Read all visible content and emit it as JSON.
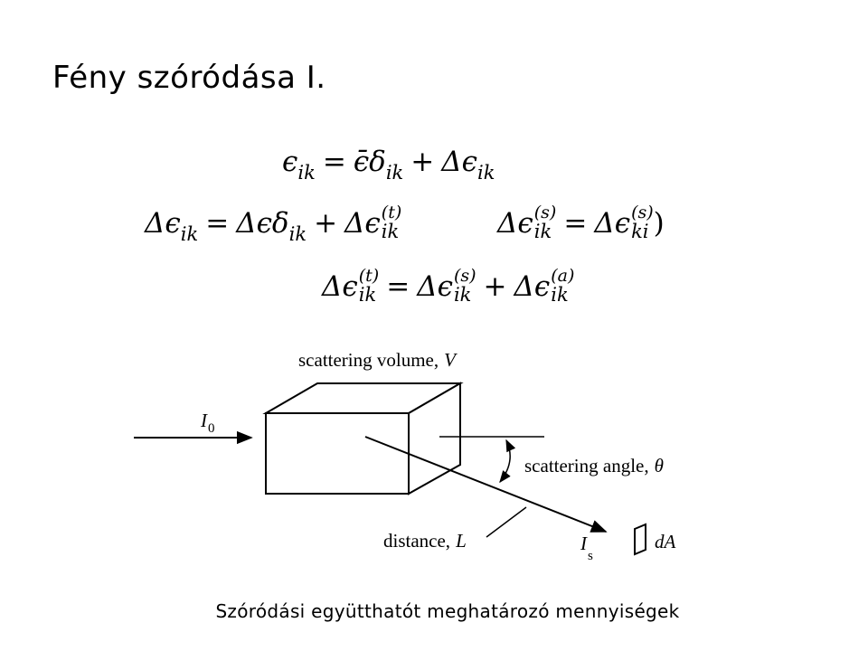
{
  "slide": {
    "title": "Fény szóródása I.",
    "caption": "Szóródási együtthatót meghatározó mennyiségek"
  },
  "equations": {
    "eq1": {
      "lhs": "ϵ",
      "lhs_sub": "ik",
      "eq": "=",
      "t1": "ϵ̄δ",
      "t1_sub": "ik",
      "plus": "+",
      "t2": "Δϵ",
      "t2_sub": "ik"
    },
    "eq2": {
      "lhs": "Δϵ",
      "lhs_sub": "ik",
      "eq": "=",
      "t1": "Δϵδ",
      "t1_sub": "ik",
      "plus": "+",
      "t2": "Δϵ",
      "t2_sup": "(t)",
      "t2_sub": "ik"
    },
    "eq3": {
      "lhs": "Δϵ",
      "lhs_sup": "(s)",
      "lhs_sub": "ik",
      "eq": "=",
      "rhs": "Δϵ",
      "rhs_sup": "(s)",
      "rhs_sub": "ki",
      "close": ")"
    },
    "eq4": {
      "lhs": "Δϵ",
      "lhs_sup": "(t)",
      "lhs_sub": "ik",
      "eq": "=",
      "t1": "Δϵ",
      "t1_sup": "(s)",
      "t1_sub": "ik",
      "plus": "+",
      "t2": "Δϵ",
      "t2_sup": "(a)",
      "t2_sub": "ik"
    }
  },
  "diagram": {
    "volume_label": "scattering volume,",
    "volume_var": "V",
    "incident_label": "I",
    "incident_sub": "0",
    "angle_label": "scattering angle,",
    "angle_var": "θ",
    "distance_label": "distance,",
    "distance_var": "L",
    "scattered_label": "I",
    "scattered_sub": "s",
    "detector_label": "dA"
  }
}
